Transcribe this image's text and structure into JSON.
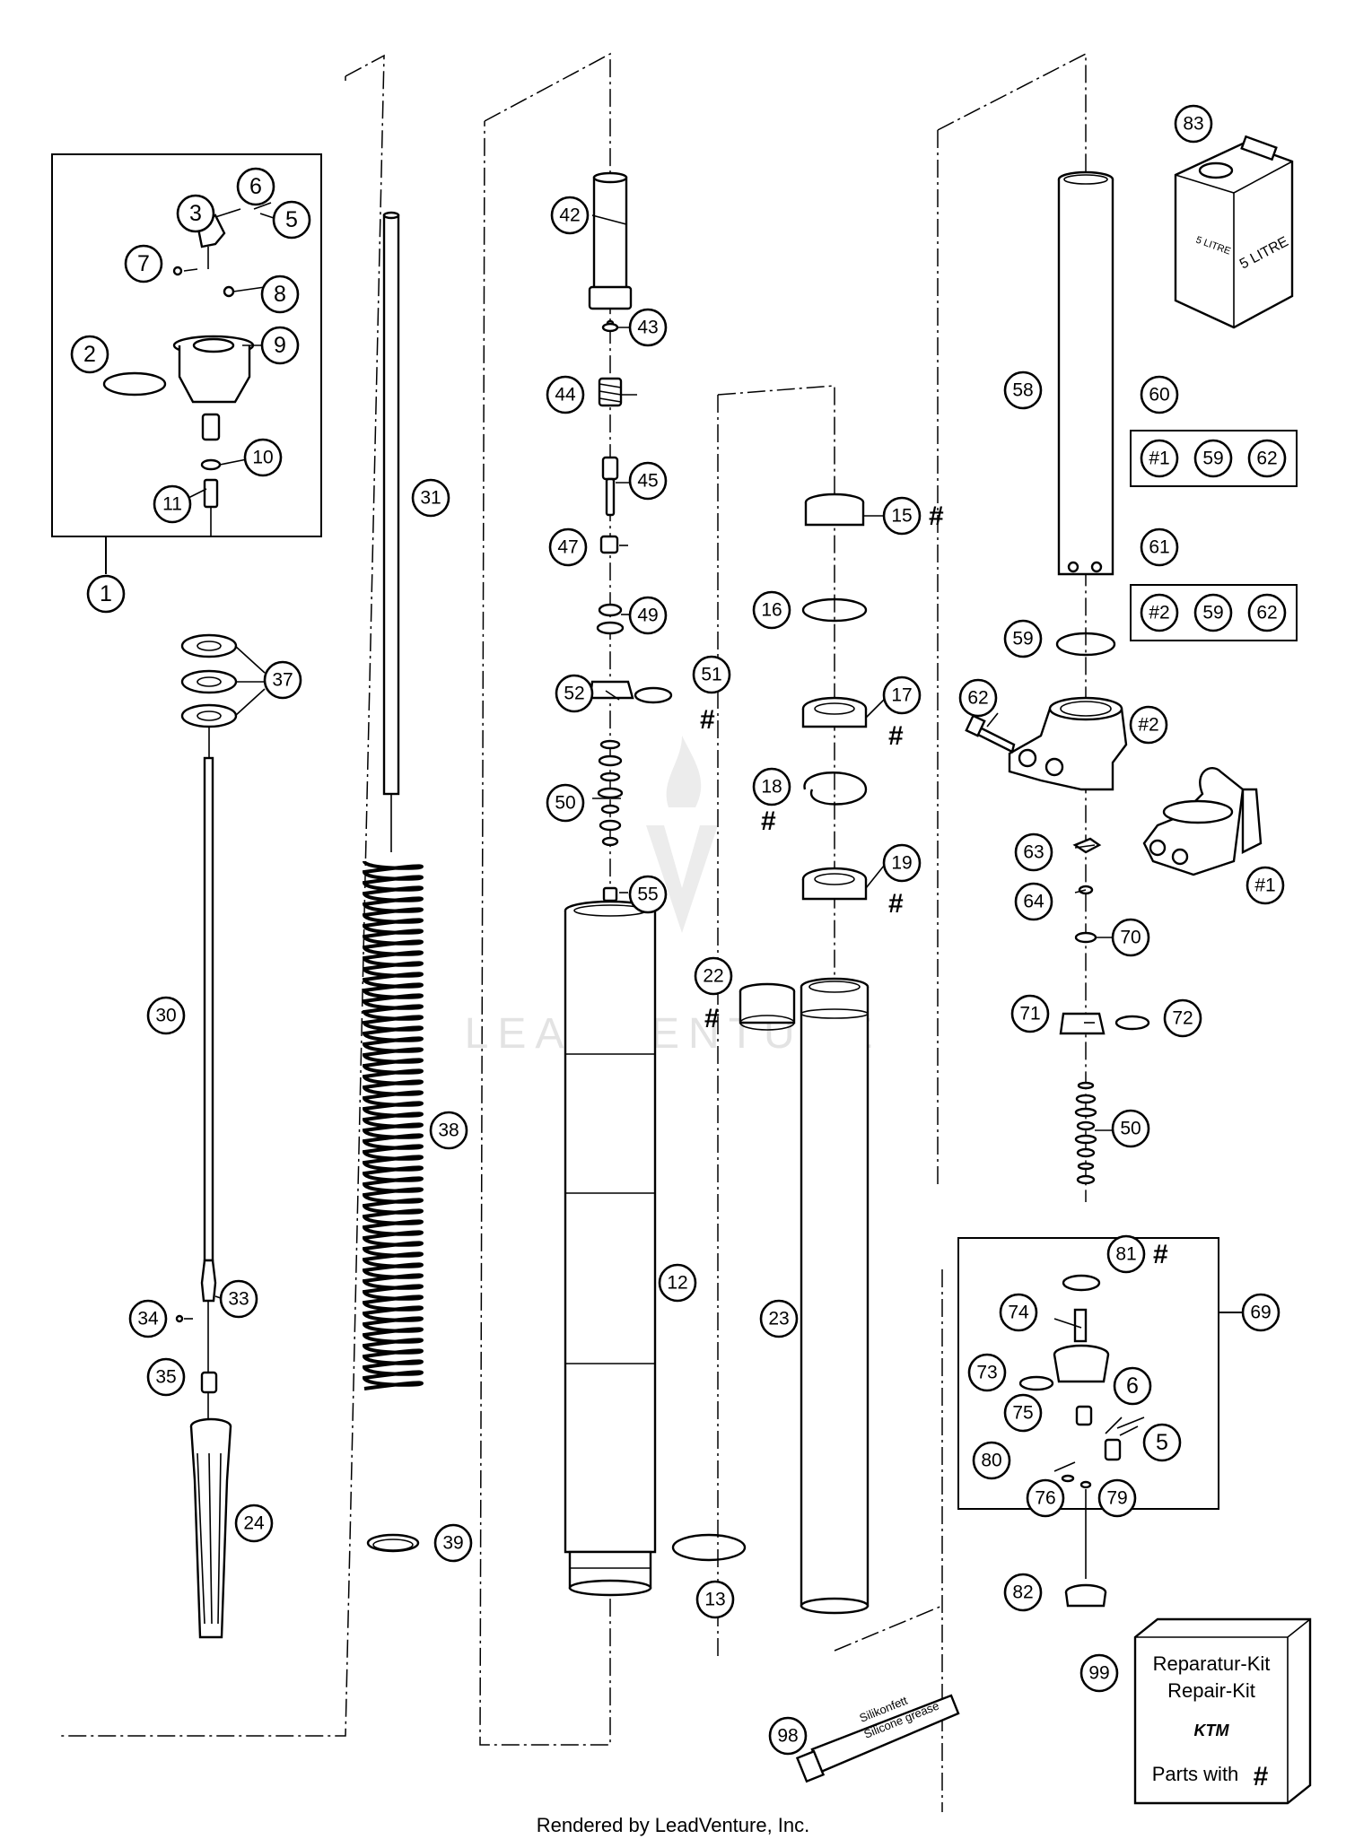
{
  "watermark": "LEADVENTURE",
  "footer": "Rendered by LeadVenture, Inc.",
  "hash_symbol": "#",
  "callouts": {
    "c1": "1",
    "c2": "2",
    "c3": "3",
    "c5a": "5",
    "c6a": "6",
    "c7": "7",
    "c8": "8",
    "c9": "9",
    "c10": "10",
    "c11": "11",
    "c12": "12",
    "c13": "13",
    "c15": "15",
    "c16": "16",
    "c17": "17",
    "c18": "18",
    "c19": "19",
    "c22": "22",
    "c23": "23",
    "c24": "24",
    "c30": "30",
    "c31": "31",
    "c33": "33",
    "c34": "34",
    "c35": "35",
    "c37": "37",
    "c38": "38",
    "c39": "39",
    "c42": "42",
    "c43": "43",
    "c44": "44",
    "c45": "45",
    "c47": "47",
    "c49": "49",
    "c50a": "50",
    "c50b": "50",
    "c51": "51",
    "c52": "52",
    "c55": "55",
    "c58": "58",
    "c59": "59",
    "c60": "60",
    "c61": "61",
    "c62": "62",
    "c63": "63",
    "c64": "64",
    "c69": "69",
    "c70": "70",
    "c71": "71",
    "c72": "72",
    "c73": "73",
    "c74": "74",
    "c75": "75",
    "c76": "76",
    "c79": "79",
    "c80": "80",
    "c81": "81",
    "c82": "82",
    "c83": "83",
    "c98": "98",
    "c99": "99",
    "c5b": "5",
    "c6b": "6",
    "k60_1": "#1",
    "k60_59": "59",
    "k60_62": "62",
    "k61_2": "#2",
    "k61_59": "59",
    "k61_62": "62",
    "cH2": "#2",
    "cH1": "#1"
  },
  "can_label_front": "5 LITRE",
  "can_label_side": "5 LITRE",
  "tube_label_1": "Silikonfett",
  "tube_label_2": "Silicone grease",
  "repair_kit": {
    "line1": "Reparatur-Kit",
    "line2": "Repair-Kit",
    "brand": "KTM",
    "line3": "Parts with"
  }
}
